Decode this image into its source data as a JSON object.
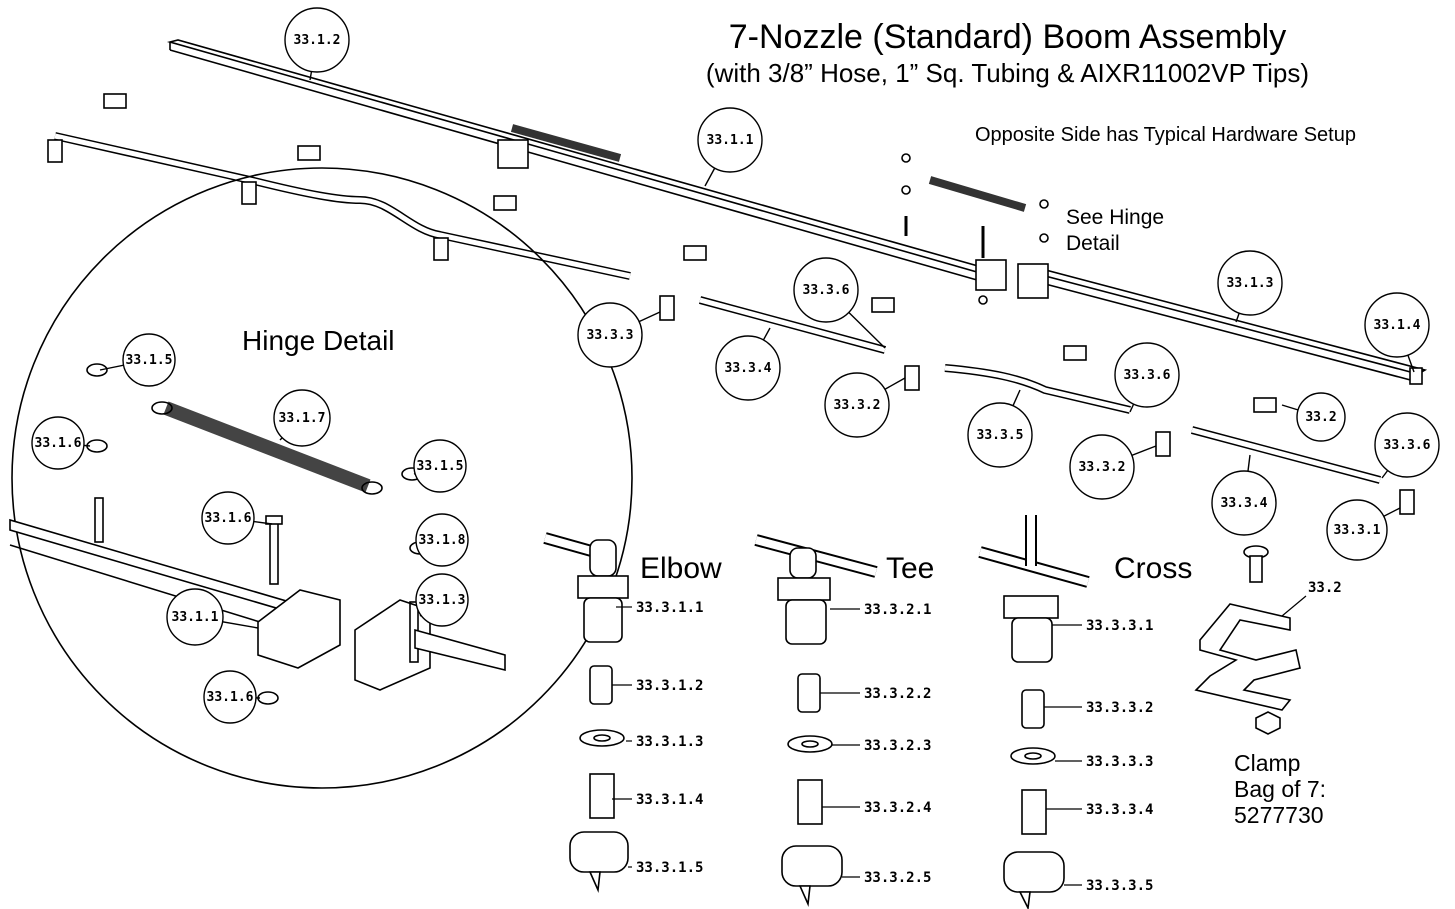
{
  "title": {
    "line1": "7-Nozzle (Standard) Boom Assembly",
    "line2": "(with 3/8” Hose, 1” Sq. Tubing & AIXR11002VP Tips)"
  },
  "notes": {
    "opposite_side": "Opposite Side has Typical Hardware Setup",
    "see_hinge_1": "See Hinge",
    "see_hinge_2": "Detail"
  },
  "hinge_detail": {
    "title": "Hinge Detail",
    "callouts": [
      "33.1.5",
      "33.1.6",
      "33.1.7",
      "33.1.5",
      "33.1.6",
      "33.1.8",
      "33.1.3",
      "33.1.1",
      "33.1.6"
    ]
  },
  "main_callouts": [
    "33.1.2",
    "33.1.1",
    "33.1.3",
    "33.1.4",
    "33.3.3",
    "33.3.6",
    "33.3.4",
    "33.3.2",
    "33.3.5",
    "33.3.6",
    "33.2",
    "33.3.6",
    "33.3.2",
    "33.3.4",
    "33.3.1"
  ],
  "fittings": {
    "elbow": {
      "label": "Elbow",
      "parts": [
        "33.3.1.1",
        "33.3.1.2",
        "33.3.1.3",
        "33.3.1.4",
        "33.3.1.5"
      ]
    },
    "tee": {
      "label": "Tee",
      "parts": [
        "33.3.2.1",
        "33.3.2.2",
        "33.3.2.3",
        "33.3.2.4",
        "33.3.2.5"
      ]
    },
    "cross": {
      "label": "Cross",
      "parts": [
        "33.3.3.1",
        "33.3.3.2",
        "33.3.3.3",
        "33.3.3.4",
        "33.3.3.5"
      ]
    }
  },
  "clamp": {
    "part": "33.2",
    "line1": "Clamp",
    "line2": "Bag of 7:",
    "line3": "5277730"
  }
}
